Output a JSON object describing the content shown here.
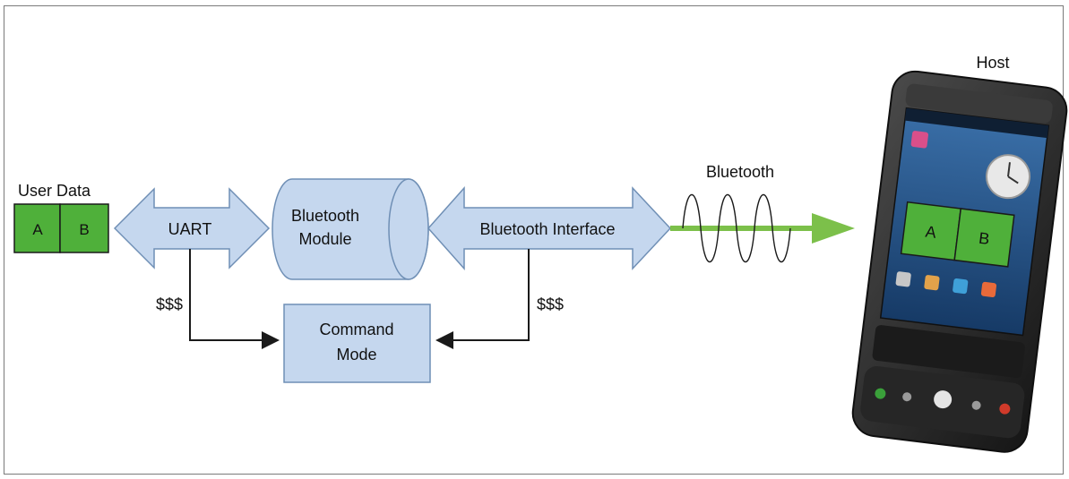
{
  "diagram": {
    "user_data_label": "User Data",
    "cell_a": "A",
    "cell_b": "B",
    "uart_label": "UART",
    "module_label_line1": "Bluetooth",
    "module_label_line2": "Module",
    "interface_label": "Bluetooth Interface",
    "wireless_label": "Bluetooth",
    "host_label": "Host",
    "command_line1": "Command",
    "command_line2": "Mode",
    "escape_left": "$$$",
    "escape_right": "$$$",
    "phone_cell_a": "A",
    "phone_cell_b": "B"
  },
  "colors": {
    "block_fill": "#c5d7ee",
    "block_stroke": "#6f8fb5",
    "green_fill": "#4fb03a",
    "green_arrow": "#7cc04a",
    "phone_body": "#2b2b2b",
    "phone_screen": "#1f4f86"
  }
}
